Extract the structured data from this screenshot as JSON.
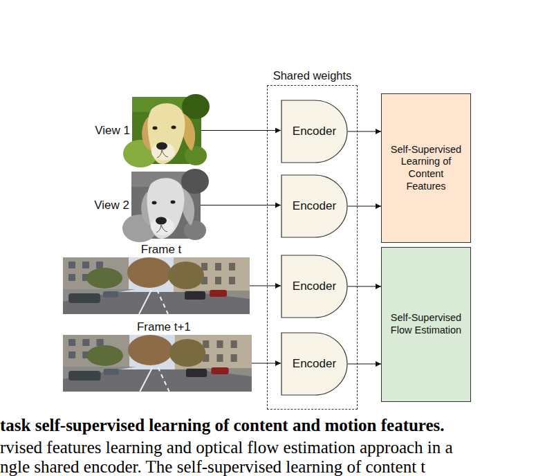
{
  "diagram": {
    "caption": "task self-supervised learning of content and motion features.",
    "nodes": [
      {
        "text": [
          "Shared weights"
        ]
      },
      {
        "text": [
          "View 1"
        ]
      },
      {
        "text": [
          "View 2"
        ]
      },
      {
        "text": [
          "Frame t"
        ]
      },
      {
        "text": [
          "Frame t+1"
        ]
      },
      {
        "text": [
          "Encoder"
        ],
        "in": 0
      },
      {
        "text": [
          "Encoder"
        ],
        "in": 0
      },
      {
        "text": [
          "Encoder"
        ],
        "in": 0
      },
      {
        "text": [
          "Encoder"
        ],
        "in": 0
      },
      {
        "text": [
          "Self-Supervised Learning of Content Features"
        ]
      },
      {
        "text": [
          "Self-Supervised Flow Estimation"
        ]
      }
    ],
    "edges": [
      {
        "from": 1,
        "to": 5,
        "arrow": "to"
      },
      {
        "from": 2,
        "to": 6,
        "arrow": "to"
      },
      {
        "from": 3,
        "to": 7,
        "arrow": "to"
      },
      {
        "from": 4,
        "to": 8,
        "arrow": "to"
      },
      {
        "from": 5,
        "to": 9,
        "arrow": "to"
      },
      {
        "from": 6,
        "to": 9,
        "arrow": "to"
      },
      {
        "from": 7,
        "to": 10,
        "arrow": "to"
      },
      {
        "from": 8,
        "to": 10,
        "arrow": "to"
      }
    ],
    "labels": [
      "rvised features learning and optical flow estimation approach in a",
      "ngle shared encoder. The self-supervised learning of content t"
    ]
  }
}
